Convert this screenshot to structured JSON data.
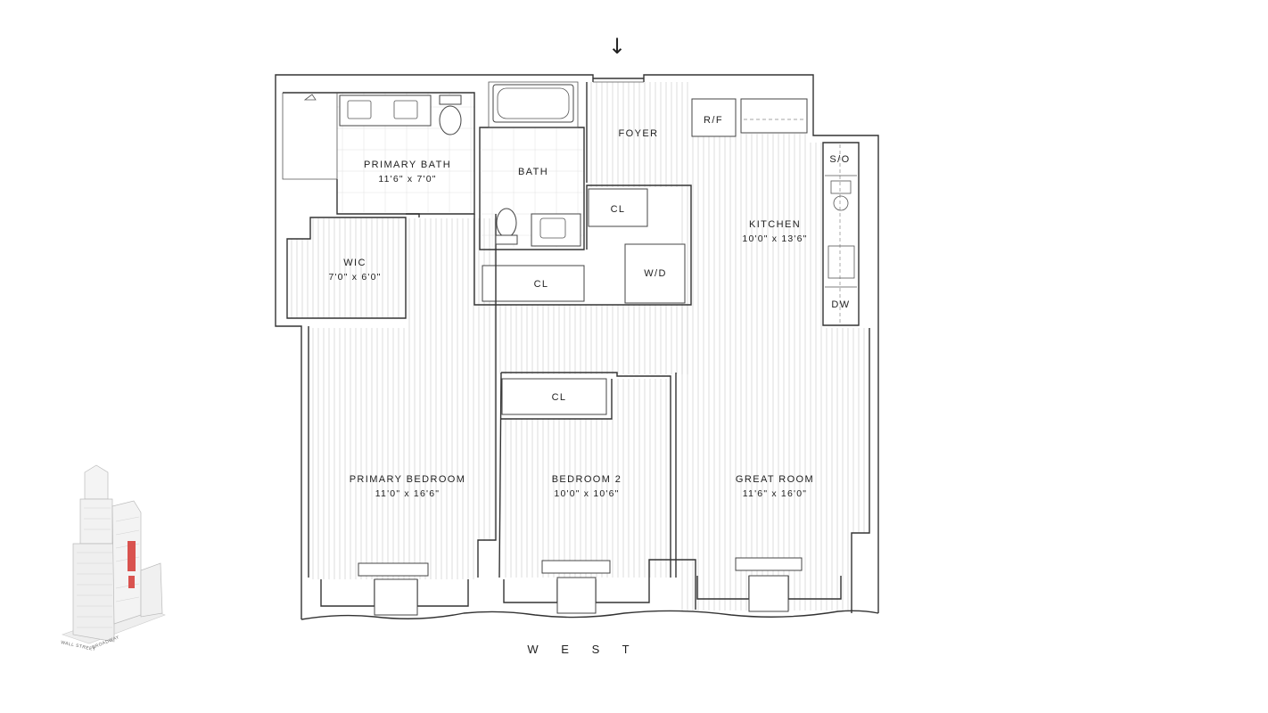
{
  "plan": {
    "entry_arrow": "↓",
    "orientation": "W E S T",
    "rooms": {
      "primary_bath": {
        "name": "PRIMARY BATH",
        "dims": "11'6\" x 7'0\""
      },
      "bath": {
        "name": "BATH"
      },
      "foyer": {
        "name": "FOYER"
      },
      "closet_foyer": {
        "name": "CL"
      },
      "closet_hall": {
        "name": "CL"
      },
      "closet_bedroom2": {
        "name": "CL"
      },
      "wic": {
        "name": "WIC",
        "dims": "7'0\" x 6'0\""
      },
      "washer_dryer": {
        "name": "W/D"
      },
      "kitchen": {
        "name": "KITCHEN",
        "dims": "10'0\" x 13'6\""
      },
      "primary_bedroom": {
        "name": "PRIMARY BEDROOM",
        "dims": "11'0\" x 16'6\""
      },
      "bedroom_2": {
        "name": "BEDROOM 2",
        "dims": "10'0\" x 10'6\""
      },
      "great_room": {
        "name": "GREAT ROOM",
        "dims": "11'6\" x 16'0\""
      }
    },
    "appliances": {
      "refrigerator": "R/F",
      "stove_oven": "S/O",
      "dishwasher": "DW"
    }
  },
  "key_plan": {
    "street_1": "WALL STREET",
    "street_2": "BROADWAY",
    "highlight_color": "#d9534f"
  }
}
